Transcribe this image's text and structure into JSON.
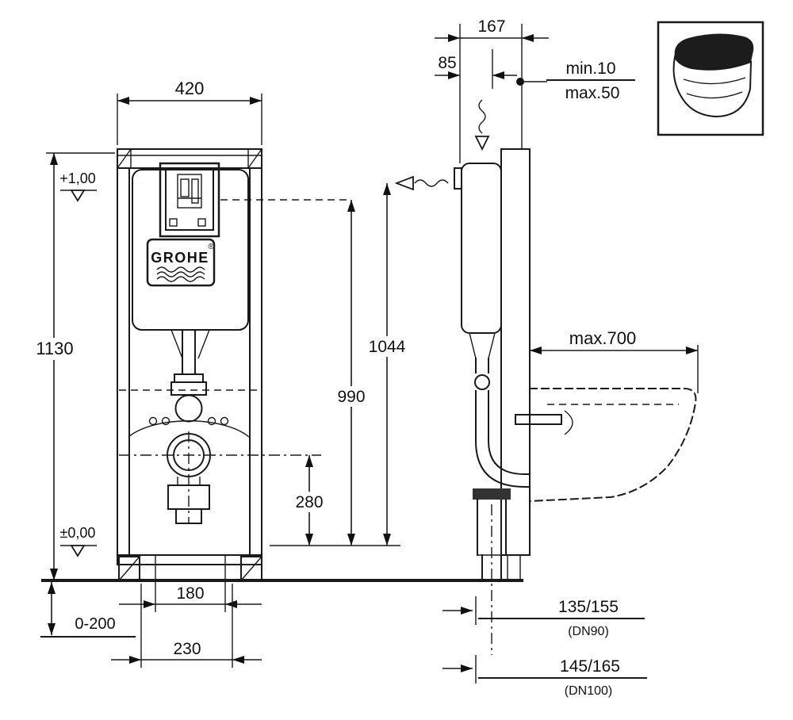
{
  "brand": {
    "name": "GROHE",
    "mark": "®"
  },
  "front": {
    "width": "420",
    "height": "1130",
    "level_top": "+1,00",
    "level_zero": "±0,00",
    "foot_range": "0-200",
    "anchor_width": "180",
    "outlet_width": "230",
    "outlet_height": "280",
    "bend_height": "990",
    "flush_height": "1044"
  },
  "side": {
    "frame_depth": "167",
    "cistern_depth": "85",
    "wall_min": "min.10",
    "wall_max": "max.50",
    "bowl_depth": "max.700",
    "outlet_dn90": {
      "value": "135/155",
      "label": "(DN90)"
    },
    "outlet_dn100": {
      "value": "145/165",
      "label": "(DN100)"
    }
  }
}
